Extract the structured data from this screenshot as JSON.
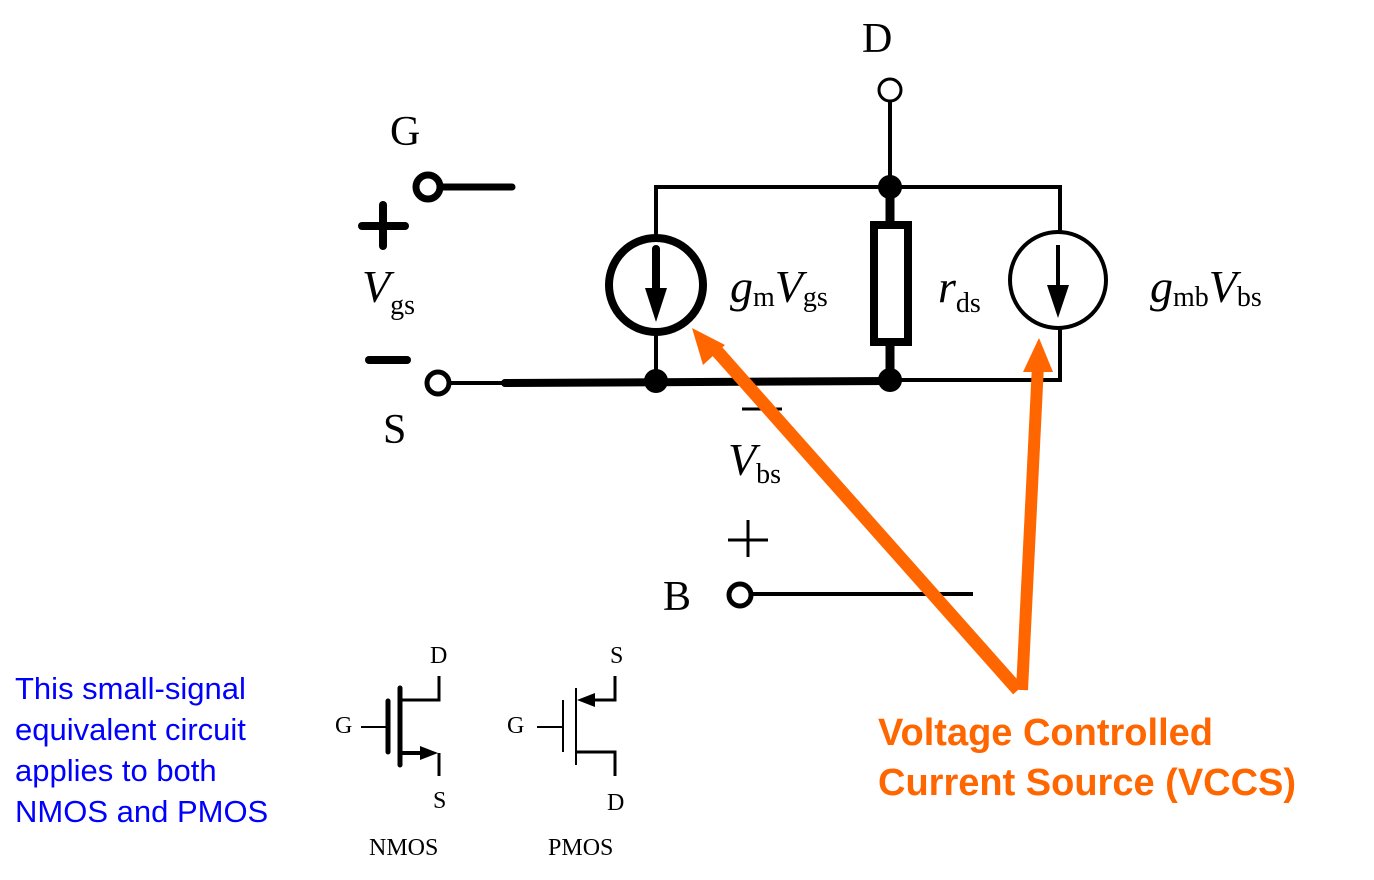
{
  "diagram": {
    "title": "MOSFET small-signal equivalent circuit",
    "terminals": {
      "gate": "G",
      "drain": "D",
      "source": "S",
      "body": "B"
    },
    "vgs": {
      "plus": "+",
      "minus": "−",
      "symbol": "V",
      "subscript": "gs"
    },
    "vbs": {
      "plus": "+",
      "minus": "−",
      "symbol": "V",
      "subscript": "bs"
    },
    "gm_source": {
      "coef": "g",
      "coef_sub": "m",
      "var": "V",
      "var_sub": "gs"
    },
    "rds": {
      "symbol": "r",
      "subscript": "ds"
    },
    "gmb_source": {
      "coef": "g",
      "coef_sub": "mb",
      "var": "V",
      "var_sub": "bs"
    },
    "annotation": {
      "line1": "Voltage Controlled",
      "line2": "Current Source (VCCS)",
      "color": "#ff6600"
    },
    "note": {
      "lines": [
        "This small-signal",
        "equivalent circuit",
        "applies to both",
        "NMOS and PMOS"
      ],
      "color": "#0000ff"
    },
    "nmos": {
      "label": "NMOS",
      "gate": "G",
      "drain": "D",
      "source": "S"
    },
    "pmos": {
      "label": "PMOS",
      "gate": "G",
      "drain": "D",
      "source": "S"
    }
  }
}
